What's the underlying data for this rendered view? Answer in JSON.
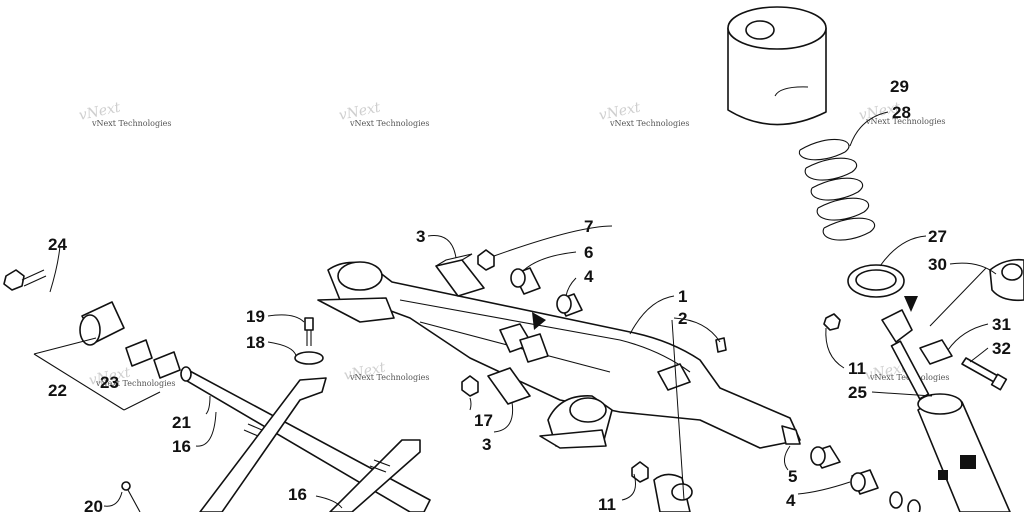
{
  "watermark_text": "vNext Technologies",
  "part_labels": [
    "1",
    "2",
    "3",
    "3",
    "4",
    "4",
    "5",
    "6",
    "7",
    "11",
    "11",
    "16",
    "16",
    "17",
    "18",
    "19",
    "20",
    "21",
    "22",
    "23",
    "24",
    "25",
    "27",
    "28",
    "29",
    "30",
    "31",
    "32"
  ]
}
